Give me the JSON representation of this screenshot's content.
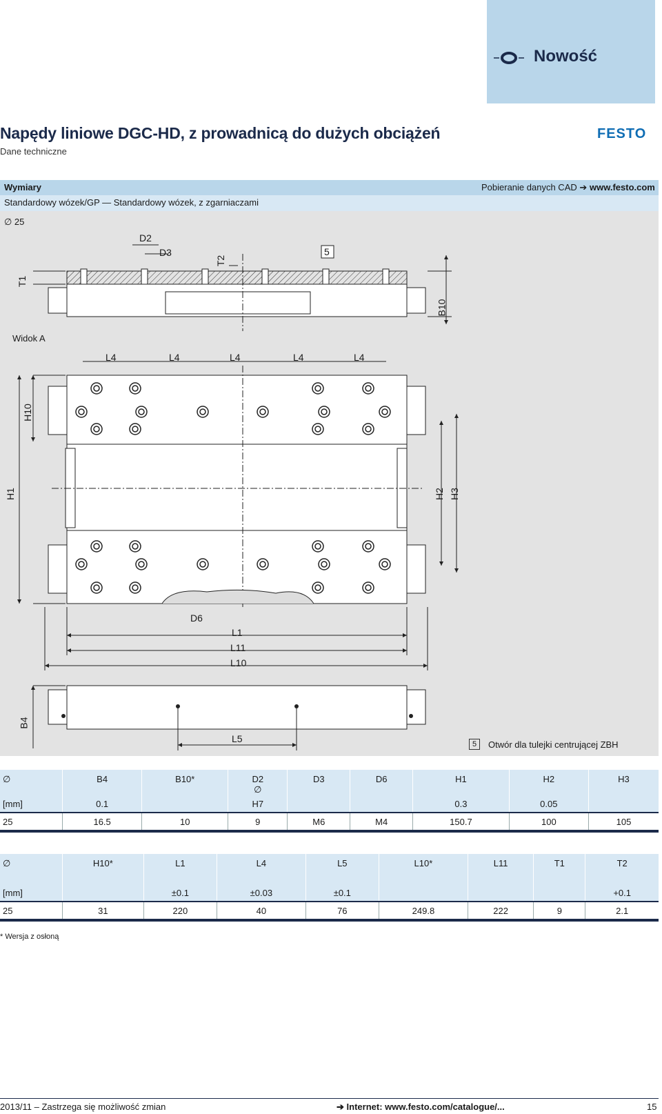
{
  "badge": {
    "text": "Nowość",
    "icon": "new-icon"
  },
  "header": {
    "title": "Napędy liniowe DGC-HD, z prowadnicą do dużych obciążeń",
    "subtitle": "Dane techniczne",
    "logo": "FESTO"
  },
  "section": {
    "title": "Wymiary",
    "cad_label": "Pobieranie danych CAD",
    "cad_url": "www.festo.com",
    "variant": "Standardowy wózek/GP — Standardowy wózek, z zgarniaczami",
    "size": "∅ 25"
  },
  "drawing": {
    "view_label": "Widok A",
    "callout_number": "5",
    "labels": {
      "D2": "D2",
      "D3": "D3",
      "T2": "T2",
      "T1": "T1",
      "B10": "B10",
      "L4": "L4",
      "H10": "H10",
      "H1": "H1",
      "H2": "H2",
      "H3": "H3",
      "D6": "D6",
      "L1": "L1",
      "L11": "L11",
      "L10": "L10",
      "B4": "B4",
      "L5": "L5"
    },
    "note_number": "5",
    "note_text": "Otwór dla tulejki centrującej ZBH"
  },
  "table1": {
    "headers": [
      "∅",
      "B4",
      "B10*",
      "D2",
      "D3",
      "D6",
      "H1",
      "H2",
      "H3"
    ],
    "subheaders": [
      "",
      "",
      "",
      "∅",
      "",
      "",
      "",
      "",
      ""
    ],
    "units": [
      "[mm]",
      "0.1",
      "",
      "H7",
      "",
      "",
      "0.3",
      "0.05",
      ""
    ],
    "values": [
      "25",
      "16.5",
      "10",
      "9",
      "M6",
      "M4",
      "150.7",
      "100",
      "105"
    ]
  },
  "table2": {
    "headers": [
      "∅",
      "H10*",
      "L1",
      "L4",
      "L5",
      "L10*",
      "L11",
      "T1",
      "T2"
    ],
    "units": [
      "[mm]",
      "",
      "±0.1",
      "±0.03",
      "±0.1",
      "",
      "",
      "",
      "+0.1"
    ],
    "values": [
      "25",
      "31",
      "220",
      "40",
      "76",
      "249.8",
      "222",
      "9",
      "2.1"
    ]
  },
  "footnote": "*    Wersja z osłoną",
  "footer": {
    "left": "2013/11 – Zastrzega się możliwość zmian",
    "middle": "Internet: www.festo.com/catalogue/...",
    "page": "15"
  },
  "colors": {
    "accent": "#b9d6ea",
    "accent_light": "#d8e8f4",
    "brand": "#0f6db4",
    "navy": "#1b2a4a",
    "drawing_bg": "#e3e3e3"
  }
}
